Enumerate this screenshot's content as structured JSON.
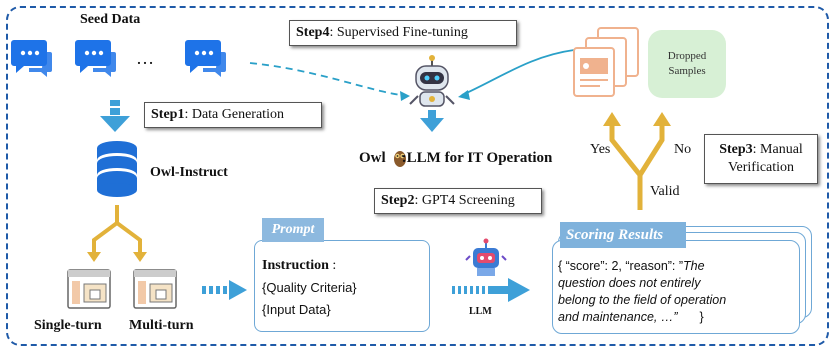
{
  "seed_data_label": "Seed Data",
  "ellipsis": "…",
  "step1": {
    "bold": "Step1",
    "text": ": Data Generation"
  },
  "step2": {
    "bold": "Step2",
    "text": ": GPT4 Screening"
  },
  "step3": {
    "bold": "Step3",
    "text": ": Manual",
    "line2": "Verification"
  },
  "step4": {
    "bold": "Step4",
    "text": ": Supervised Fine-tuning"
  },
  "owl_instruct_label": "Owl-Instruct",
  "owl_label_prefix": "Owl",
  "owl_label_suffix": ":LLM for IT Operation",
  "single_turn_label": "Single-turn",
  "multi_turn_label": "Multi-turn",
  "prompt": {
    "tag": "Prompt",
    "instruction": "Instruction",
    "instruction_colon": " :",
    "quality_criteria": "{Quality Criteria}",
    "input_data": "{Input Data}"
  },
  "llm_label": "LLM",
  "scoring": {
    "tag": "Scoring Results",
    "open": "{ “score”: 2, “reason”:  ”",
    "reason_line1": "The",
    "reason_line2": "question does not entirely",
    "reason_line3": "belong to the field of operation",
    "reason_line4": "and maintenance, …”",
    "close": "}"
  },
  "dropped_line1": "Dropped",
  "dropped_line2": "Samples",
  "yes_label": "Yes",
  "no_label": "No",
  "valid_label": "Valid",
  "colors": {
    "frame": "#1f5aa8",
    "chat_icon": "#1e73e8",
    "database": "#1f6fd6",
    "arrow_blue": "#3ea0d8",
    "arrow_gold": "#e2b23a",
    "doc_orange": "#f0b28e",
    "dropped_bg": "#d7f0d5"
  }
}
